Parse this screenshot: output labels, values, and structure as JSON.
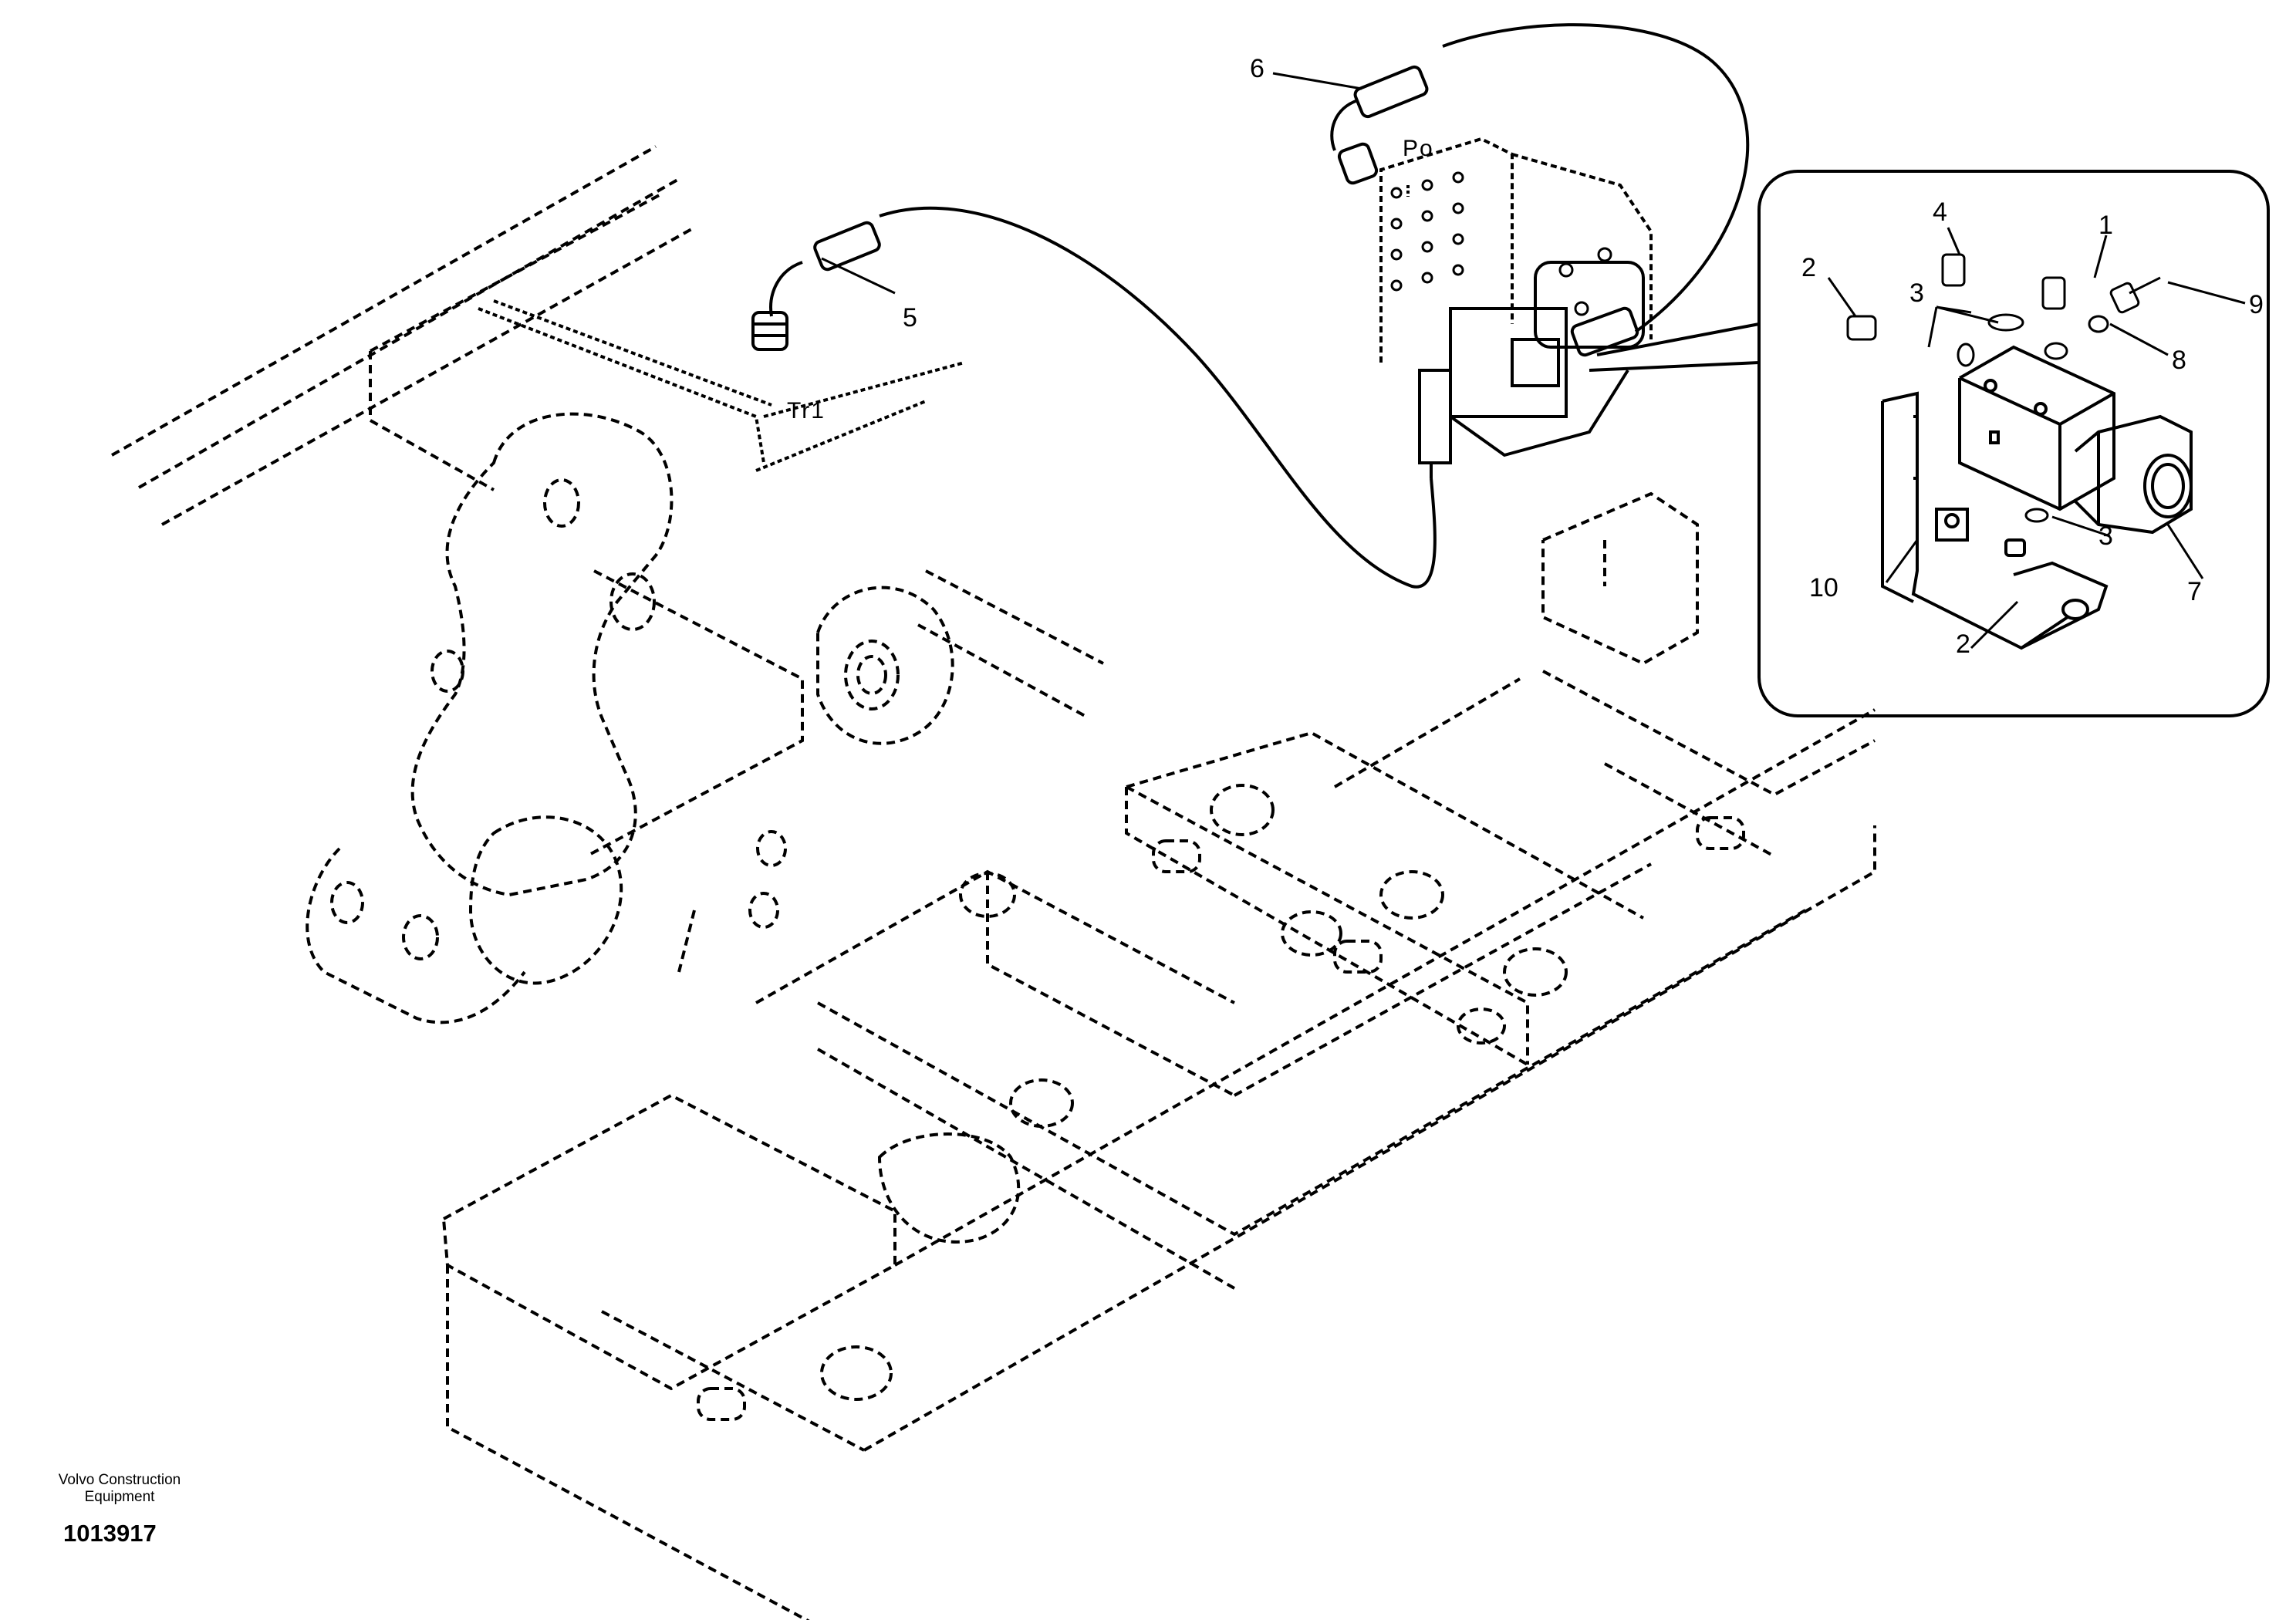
{
  "callouts": [
    "1",
    "2",
    "2",
    "3",
    "3",
    "4",
    "5",
    "6",
    "7",
    "8",
    "9",
    "10"
  ],
  "ports": {
    "po": "Po",
    "tr1": "Tr1"
  },
  "footer": {
    "brand_line1": "Volvo Construction",
    "brand_line2": "Equipment",
    "doc_number": "1013917"
  }
}
